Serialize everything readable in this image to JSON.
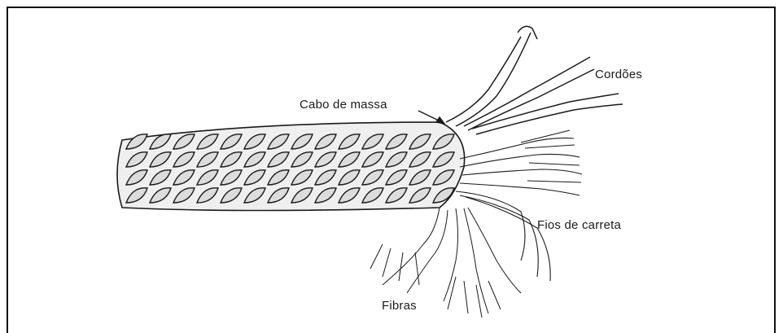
{
  "labels": {
    "cabo_de_massa": "Cabo de massa",
    "cordoes": "Cordões",
    "fios_de_carreta": "Fios de carreta",
    "fibras": "Fibras"
  },
  "colors": {
    "ink": "#1a1a1a",
    "background": "#ffffff"
  }
}
